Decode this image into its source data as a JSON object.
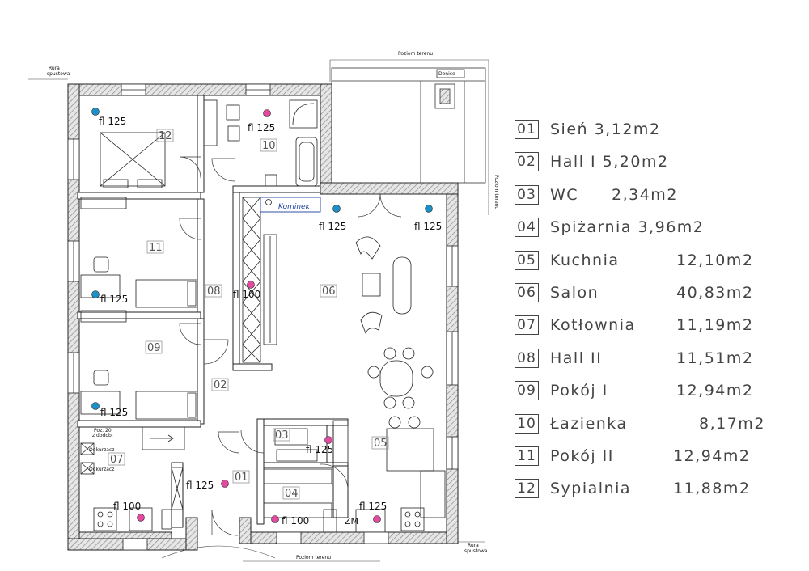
{
  "plan": {
    "top_terrain_label": "Poziom terenu",
    "bottom_terrain_label": "Poziom terenu",
    "right_terrain_label": "Poziom terenu",
    "pipe_label_1": "Rura",
    "pipe_label_2": "spustowa",
    "pipe_label_br_1": "Rura",
    "pipe_label_br_2": "spustowa",
    "planters_label": "Donice",
    "fireplace_label": "Kominek",
    "zm_label": "ZM",
    "vacuum_label_1": "Odkurzacz",
    "vacuum_label_2": "Odkurzacz",
    "shaft_label_1": "Poz. 20",
    "shaft_label_2": "z dodob.",
    "room_numbers": [
      "12",
      "10",
      "11",
      "08",
      "06",
      "09",
      "02",
      "07",
      "03",
      "05",
      "01",
      "04"
    ],
    "vents": [
      {
        "label": "fl 125",
        "kind": "supply"
      },
      {
        "label": "fl 125",
        "kind": "exhaust"
      },
      {
        "label": "fl 125",
        "kind": "supply"
      },
      {
        "label": "fl 125",
        "kind": "supply"
      },
      {
        "label": "fl 100",
        "kind": "exhaust"
      },
      {
        "label": "fl 125",
        "kind": "supply"
      },
      {
        "label": "fl 125",
        "kind": "supply"
      },
      {
        "label": "fl 125",
        "kind": "exhaust"
      },
      {
        "label": "fl 100",
        "kind": "exhaust"
      },
      {
        "label": "fl 125",
        "kind": "exhaust"
      },
      {
        "label": "fl 100",
        "kind": "exhaust"
      },
      {
        "label": "fl 125",
        "kind": "exhaust"
      }
    ],
    "colors": {
      "supply": "#1e90c8",
      "exhaust": "#e24aa0",
      "wall": "#222222",
      "hatch": "#9a9a9a"
    }
  },
  "legend": [
    {
      "num": "01",
      "name": "Sień 3,12m2"
    },
    {
      "num": "02",
      "name": "Hall I 5,20m2"
    },
    {
      "num": "03",
      "name": "WC",
      "area": "2,34m2"
    },
    {
      "num": "04",
      "name": "Spiżarnia 3,96m2"
    },
    {
      "num": "05",
      "name": "Kuchnia",
      "area": "12,10m2"
    },
    {
      "num": "06",
      "name": "Salon",
      "area": "40,83m2"
    },
    {
      "num": "07",
      "name": "Kotłownia",
      "area": "11,19m2"
    },
    {
      "num": "08",
      "name": "Hall II",
      "area": "11,51m2"
    },
    {
      "num": "09",
      "name": "Pokój I",
      "area": "12,94m2"
    },
    {
      "num": "10",
      "name": "Łazienka",
      "area": "8,17m2"
    },
    {
      "num": "11",
      "name": "Pokój II",
      "area": "12,94m2"
    },
    {
      "num": "12",
      "name": "Sypialnia",
      "area": "11,88m2"
    }
  ]
}
